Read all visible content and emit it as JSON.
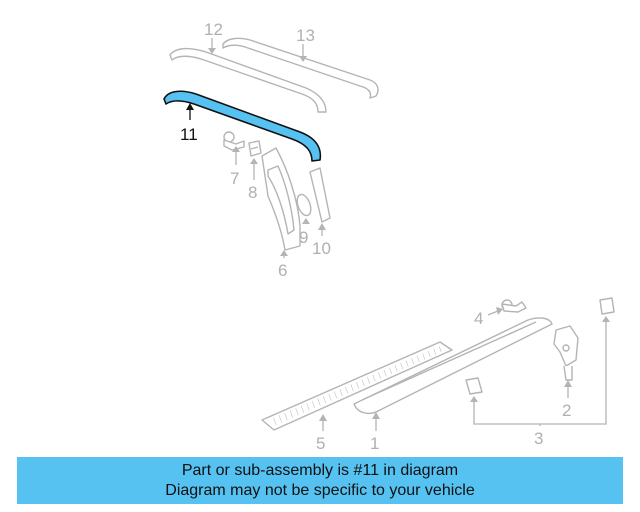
{
  "callouts": {
    "c1": "1",
    "c2": "2",
    "c3": "3",
    "c4": "4",
    "c5": "5",
    "c6": "6",
    "c7": "7",
    "c8": "8",
    "c9": "9",
    "c10": "10",
    "c11": "11",
    "c12": "12",
    "c13": "13"
  },
  "highlight_color": "#56c2f2",
  "banner": {
    "line1": "Part or sub-assembly is #11 in diagram",
    "line2": "Diagram may not be specific to your vehicle"
  }
}
